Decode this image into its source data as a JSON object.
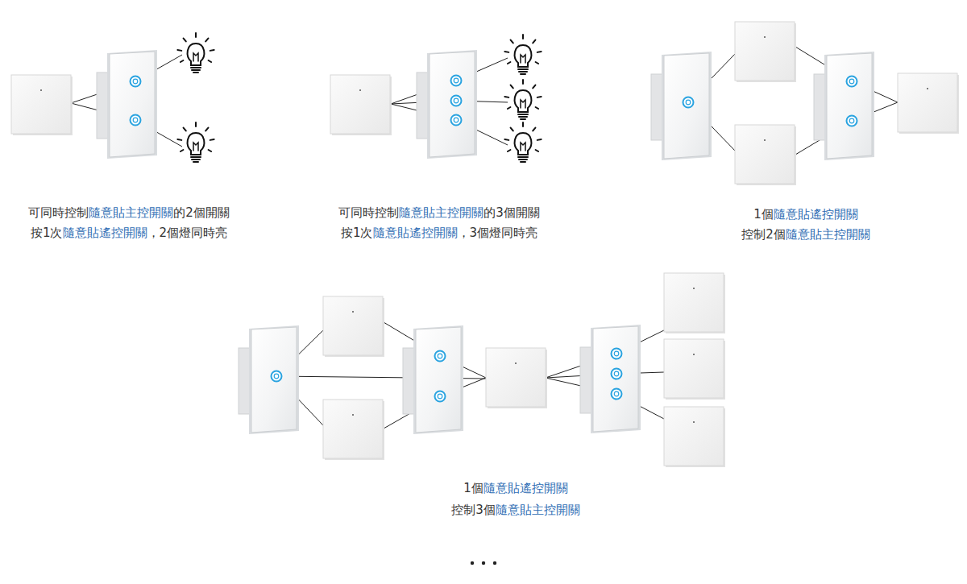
{
  "diagram": {
    "labels": [
      "可同時控制",
      "隨意貼主控開關",
      "的2個開關",
      "按1次",
      "隨意貼遙控開關",
      "，2個燈同時亮",
      "可同時控制",
      "隨意貼主控開關",
      "的3個開關",
      "按1次",
      "隨意貼遙控開關",
      "，3個燈同時亮",
      "1個",
      "隨意貼遙控開關",
      "控制2個",
      "隨意貼主控開關",
      "1個",
      "隨意貼遙控開關",
      "控制3個",
      "隨意貼主控開關"
    ]
  }
}
